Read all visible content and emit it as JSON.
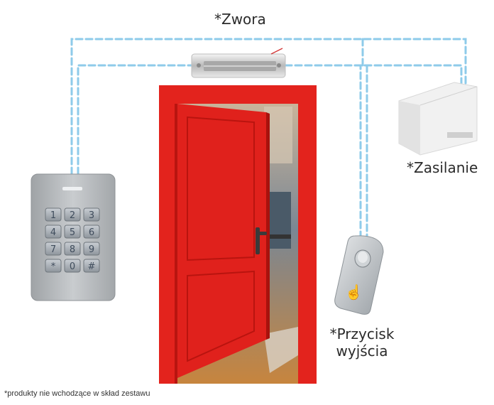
{
  "labels": {
    "magnet": "*Zwora",
    "power": "*Zasilanie",
    "exit_button_line1": "*Przycisk",
    "exit_button_line2": "wyjścia",
    "footnote": "*produkty nie wchodzące w skład zestawu"
  },
  "keypad": {
    "keys": [
      "1",
      "2",
      "3",
      "4",
      "5",
      "6",
      "7",
      "8",
      "9",
      "*",
      "0",
      "#"
    ]
  },
  "colors": {
    "door": "#e0211c",
    "frame": "#e3231d",
    "wire": "#8ecbea",
    "keypad_body": "#b9bcbf"
  }
}
